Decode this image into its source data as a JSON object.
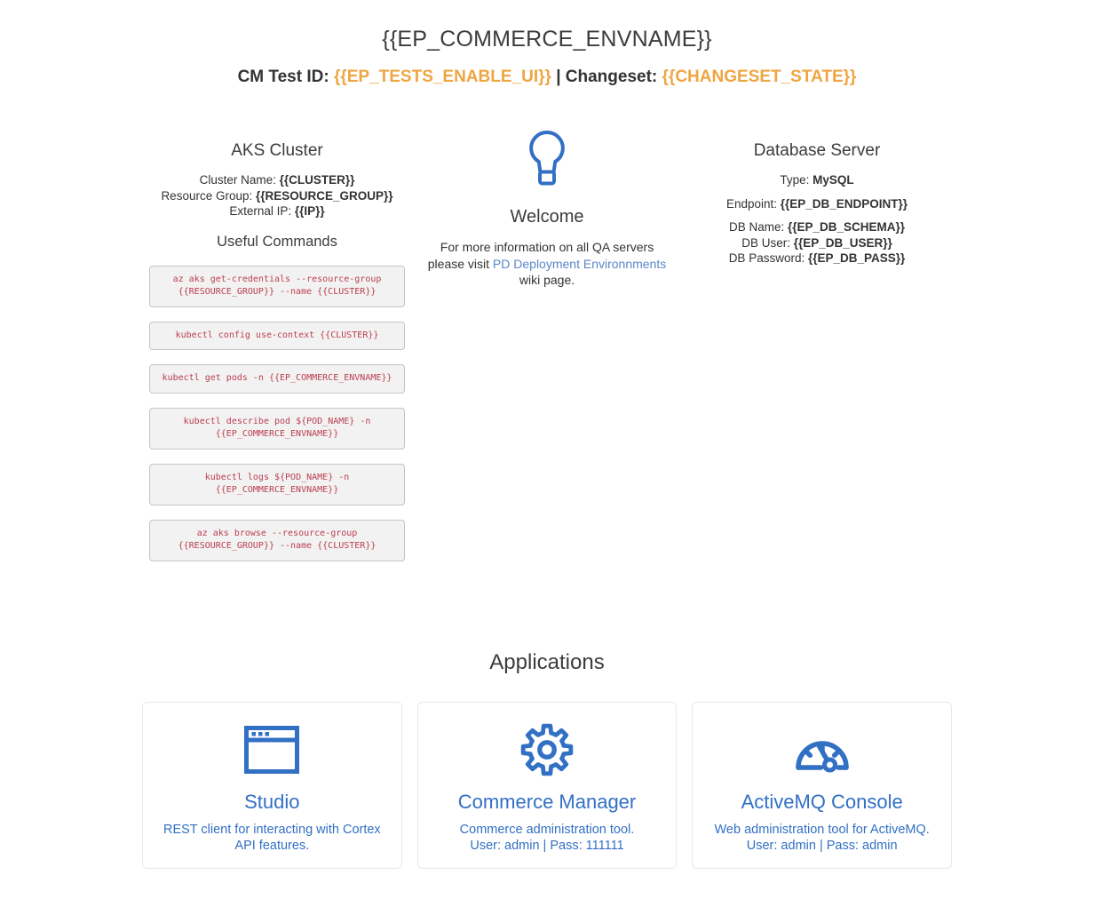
{
  "header": {
    "title": "{{EP_COMMERCE_ENVNAME}}",
    "subtitle": {
      "cm_label": "CM Test ID:",
      "cm_value": "{{EP_TESTS_ENABLE_UI}}",
      "changeset_label": "| Changeset:",
      "changeset_value": "{{CHANGESET_STATE}}"
    }
  },
  "aks": {
    "heading": "AKS Cluster",
    "cluster_label": "Cluster Name:",
    "cluster_value": "{{CLUSTER}}",
    "resource_group_label": "Resource Group:",
    "resource_group_value": "{{RESOURCE_GROUP}}",
    "external_ip_label": "External IP:",
    "external_ip_value": "{{IP}}",
    "commands_heading": "Useful Commands",
    "commands": [
      "az aks get-credentials --resource-group\n{{RESOURCE_GROUP}} --name {{CLUSTER}}",
      "kubectl config use-context {{CLUSTER}}",
      "kubectl get pods -n {{EP_COMMERCE_ENVNAME}}",
      "kubectl describe pod ${POD_NAME} -n\n{{EP_COMMERCE_ENVNAME}}",
      "kubectl logs ${POD_NAME} -n\n{{EP_COMMERCE_ENVNAME}}",
      "az aks browse --resource-group\n{{RESOURCE_GROUP}} --name {{CLUSTER}}"
    ]
  },
  "welcome": {
    "icon": "lightbulb-icon",
    "heading": "Welcome",
    "text_before": "For more information on all QA servers please visit",
    "link_text": "PD Deployment Environnments",
    "text_after": "wiki page."
  },
  "database": {
    "heading": "Database Server",
    "type_label": "Type:",
    "type_value": "MySQL",
    "endpoint_label": "Endpoint:",
    "endpoint_value": "{{EP_DB_ENDPOINT}}",
    "db_name_label": "DB Name:",
    "db_name_value": "{{EP_DB_SCHEMA}}",
    "db_user_label": "DB User:",
    "db_user_value": "{{EP_DB_USER}}",
    "db_password_label": "DB Password:",
    "db_password_value": "{{EP_DB_PASS}}"
  },
  "applications": {
    "heading": "Applications",
    "cards": [
      {
        "icon": "browser-window-icon",
        "title": "Studio",
        "description": "REST client for interacting with Cortex API features."
      },
      {
        "icon": "gear-icon",
        "title": "Commerce Manager",
        "description": "Commerce administration tool.",
        "credentials": "User: admin | Pass: 111111"
      },
      {
        "icon": "gauge-icon",
        "title": "ActiveMQ Console",
        "description": "Web administration tool for ActiveMQ.",
        "credentials": "User: admin | Pass: admin"
      }
    ]
  },
  "colors": {
    "accent_orange": "#efa542",
    "brand_blue": "#3270c4",
    "link_blue": "#5b87c9",
    "code_red": "#bb3e50"
  }
}
